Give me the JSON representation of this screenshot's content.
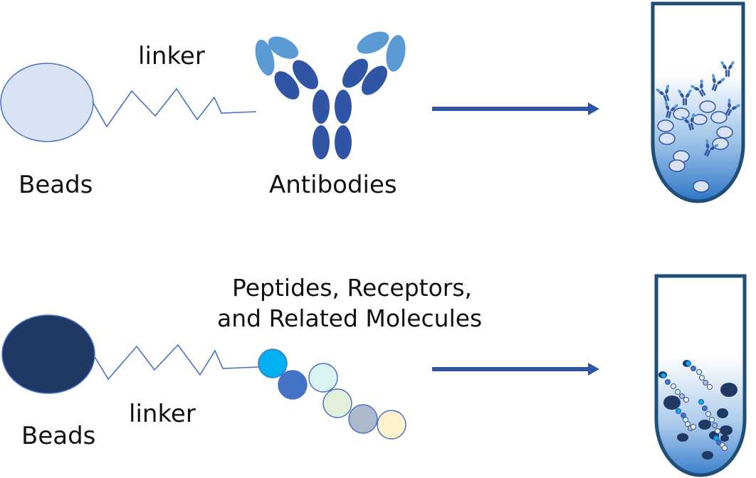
{
  "top_row": {
    "bead_label": "Beads",
    "linker_label": "linker",
    "molecule_label": "Antibodies",
    "colors": {
      "bead_fill": "#dae3f3",
      "bead_stroke": "#4a72c4",
      "antibody_dark": "#2f55a4",
      "antibody_light": "#5b9bd5"
    }
  },
  "bottom_row": {
    "bead_label": "Beads",
    "linker_label": "linker",
    "molecule_label_line1": "Peptides, Receptors,",
    "molecule_label_line2": "and Related Molecules",
    "colors": {
      "bead_fill": "#1f3864",
      "chain": [
        "#00b0f0",
        "#4472c4",
        "#daf2f2",
        "#e2f0d9",
        "#adb9ca",
        "#fff2cc"
      ]
    }
  },
  "colors": {
    "arrow": "#2f55a4",
    "tube_stroke": "#1f4e79",
    "linker": "#4a72c4"
  }
}
